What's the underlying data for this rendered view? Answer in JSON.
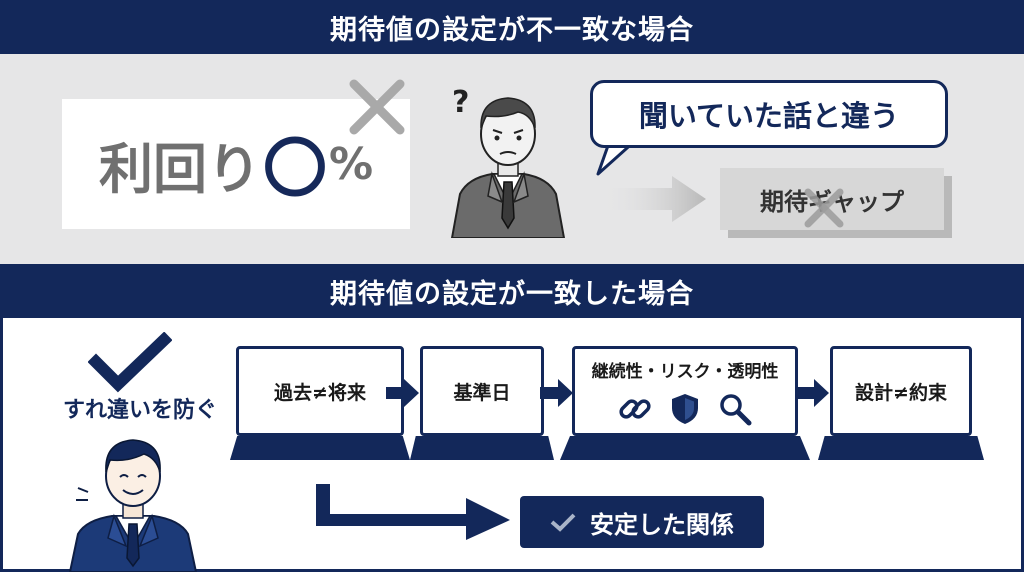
{
  "colors": {
    "navy": "#13285a",
    "gray_panel": "#e6e6e7",
    "gap_box": "#d7d7d7"
  },
  "top_section": {
    "header": "期待値の設定が不一致な場合",
    "yield_card": {
      "text_main": "利回り",
      "circle": "〇",
      "percent": "%"
    },
    "question_mark": "?",
    "bubble_text": "聞いていた話と違う",
    "gap_label": "期待ギャップ"
  },
  "bottom_section": {
    "header": "期待値の設定が一致した場合",
    "prevent_label": "すれ違いを防ぐ",
    "steps": [
      {
        "label": "過去≠将来"
      },
      {
        "label": "基準日"
      },
      {
        "label": "継続性・リスク・透明性",
        "icons": [
          "link-icon",
          "shield-icon",
          "magnifier-icon"
        ]
      },
      {
        "label": "設計≠約束"
      }
    ],
    "result_label": "安定した関係"
  }
}
